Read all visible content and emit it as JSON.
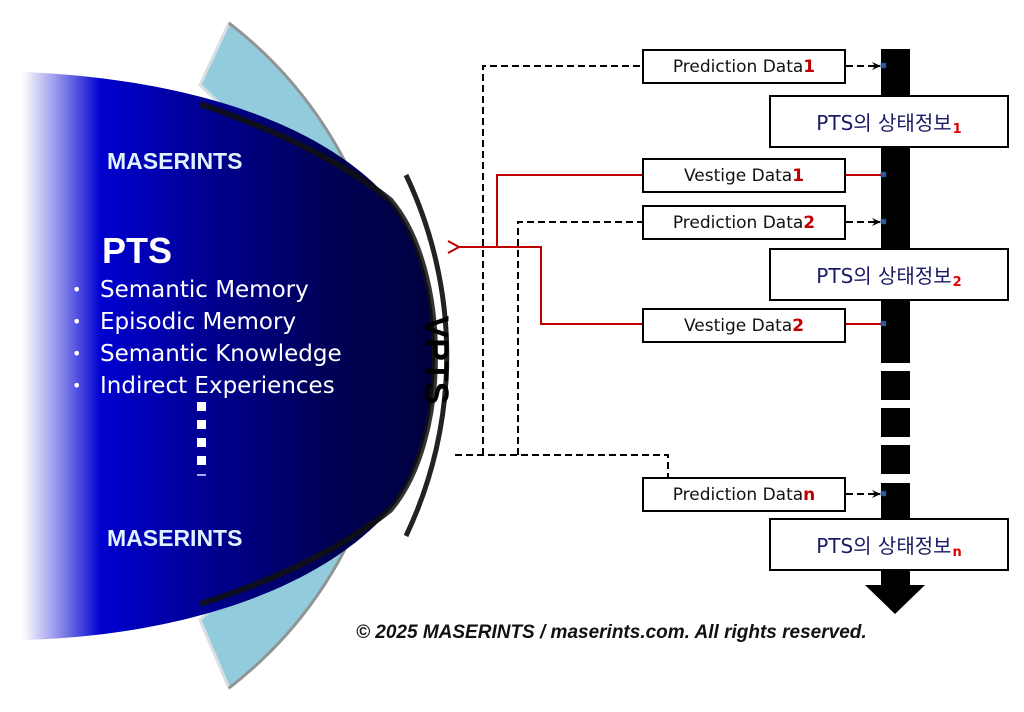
{
  "diagram": {
    "left_panel": {
      "brand_top": "MASERINTS",
      "brand_bottom": "MASERINTS",
      "title": "PTS",
      "bullets": [
        "Semantic Memory",
        "Episodic Memory",
        "Semantic Knowledge",
        "Indirect Experiences"
      ],
      "ellipsis": "⋮"
    },
    "ring_label": "VPTS",
    "prediction_boxes": [
      {
        "label": "Prediction Data",
        "index": "1"
      },
      {
        "label": "Prediction Data",
        "index": "2"
      },
      {
        "label": "Prediction Data",
        "index": "n"
      }
    ],
    "vestige_boxes": [
      {
        "label": "Vestige Data",
        "index": "1"
      },
      {
        "label": "Vestige Data",
        "index": "2"
      }
    ],
    "state_boxes": [
      {
        "label": "PTS의 상태정보",
        "index": "1"
      },
      {
        "label": "PTS의 상태정보",
        "index": "2"
      },
      {
        "label": "PTS의 상태정보",
        "index": "n"
      }
    ],
    "copyright": "© 2025 MASERINTS / maserints.com. All rights reserved."
  },
  "colors": {
    "deep_navy": "#000050",
    "royal_blue": "#0000cc",
    "ring_blue": "#92cbdc",
    "vestige_red": "#c00000",
    "index_red": "#c00000",
    "state_text": "#1a1a66"
  }
}
